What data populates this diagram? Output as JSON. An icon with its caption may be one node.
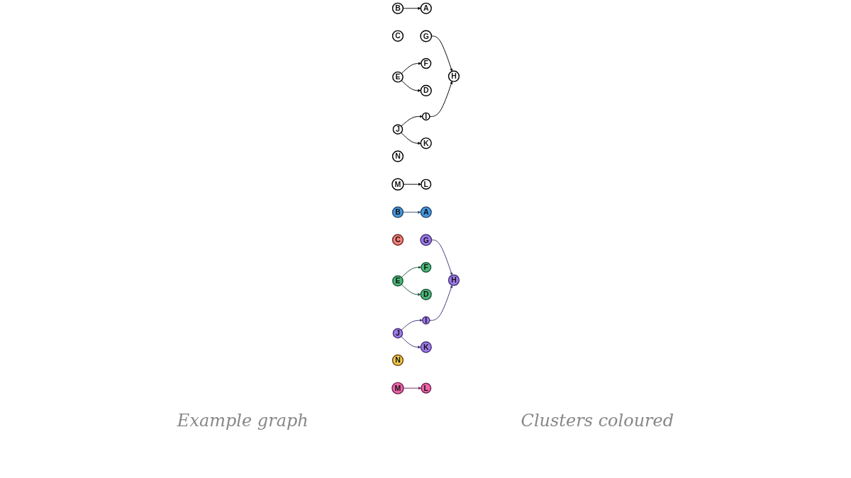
{
  "diagram": {
    "nodes": [
      {
        "text": [
          "A"
        ]
      },
      {
        "text": [
          "B"
        ]
      },
      {
        "text": [
          "C"
        ]
      },
      {
        "text": [
          "G"
        ]
      },
      {
        "text": [
          "E"
        ]
      },
      {
        "text": [
          "F"
        ]
      },
      {
        "text": [
          "H"
        ]
      },
      {
        "text": [
          "J"
        ]
      },
      {
        "text": [
          "I"
        ]
      },
      {
        "text": [
          "D"
        ]
      },
      {
        "text": [
          "L"
        ]
      },
      {
        "text": [
          "K"
        ]
      },
      {
        "text": [
          "N"
        ]
      },
      {
        "text": [
          "M"
        ]
      },
      {
        "text": [
          "A"
        ]
      },
      {
        "text": [
          "B"
        ]
      },
      {
        "text": [
          "C"
        ]
      },
      {
        "text": [
          "G"
        ]
      },
      {
        "text": [
          "E"
        ]
      },
      {
        "text": [
          "F"
        ]
      },
      {
        "text": [
          "H"
        ]
      },
      {
        "text": [
          "J"
        ]
      },
      {
        "text": [
          "I"
        ]
      },
      {
        "text": [
          "D"
        ]
      },
      {
        "text": [
          "L"
        ]
      },
      {
        "text": [
          "K"
        ]
      },
      {
        "text": [
          "N"
        ]
      },
      {
        "text": [
          "M"
        ]
      }
    ],
    "edges": [
      {
        "from": 1,
        "to": 0,
        "arrow": "to"
      },
      {
        "from": 3,
        "to": 6,
        "arrow": "to"
      },
      {
        "from": 4,
        "to": 5,
        "arrow": "to"
      },
      {
        "from": 4,
        "to": 9,
        "arrow": "to"
      },
      {
        "from": 7,
        "to": 8,
        "arrow": "to"
      },
      {
        "from": 8,
        "to": 6,
        "arrow": "to"
      },
      {
        "from": 7,
        "to": 11,
        "arrow": "to"
      },
      {
        "from": 13,
        "to": 10,
        "arrow": "to"
      },
      {
        "from": 15,
        "to": 14,
        "arrow": "to",
        "color": "#2c4a6e"
      },
      {
        "from": 17,
        "to": 20,
        "arrow": "to",
        "color": "#44337a"
      },
      {
        "from": 18,
        "to": 19,
        "arrow": "to",
        "color": "#22543d"
      },
      {
        "from": 18,
        "to": 23,
        "arrow": "to",
        "color": "#22543d"
      },
      {
        "from": 21,
        "to": 22,
        "arrow": "to",
        "color": "#44337a"
      },
      {
        "from": 22,
        "to": 20,
        "arrow": "to",
        "color": "#44337a"
      },
      {
        "from": 21,
        "to": 25,
        "arrow": "to",
        "color": "#44337a"
      },
      {
        "from": 27,
        "to": 24,
        "arrow": "to",
        "color": "#702459"
      }
    ],
    "labels": [
      "Example graph",
      "Clusters coloured"
    ]
  }
}
